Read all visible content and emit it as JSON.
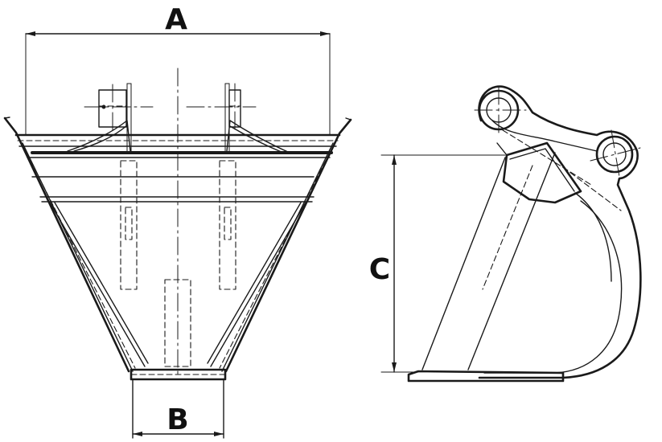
{
  "labels": {
    "width_top": "A",
    "width_bottom": "B",
    "height": "C"
  },
  "colors": {
    "line": "#1a1a1a",
    "background": "#ffffff"
  }
}
